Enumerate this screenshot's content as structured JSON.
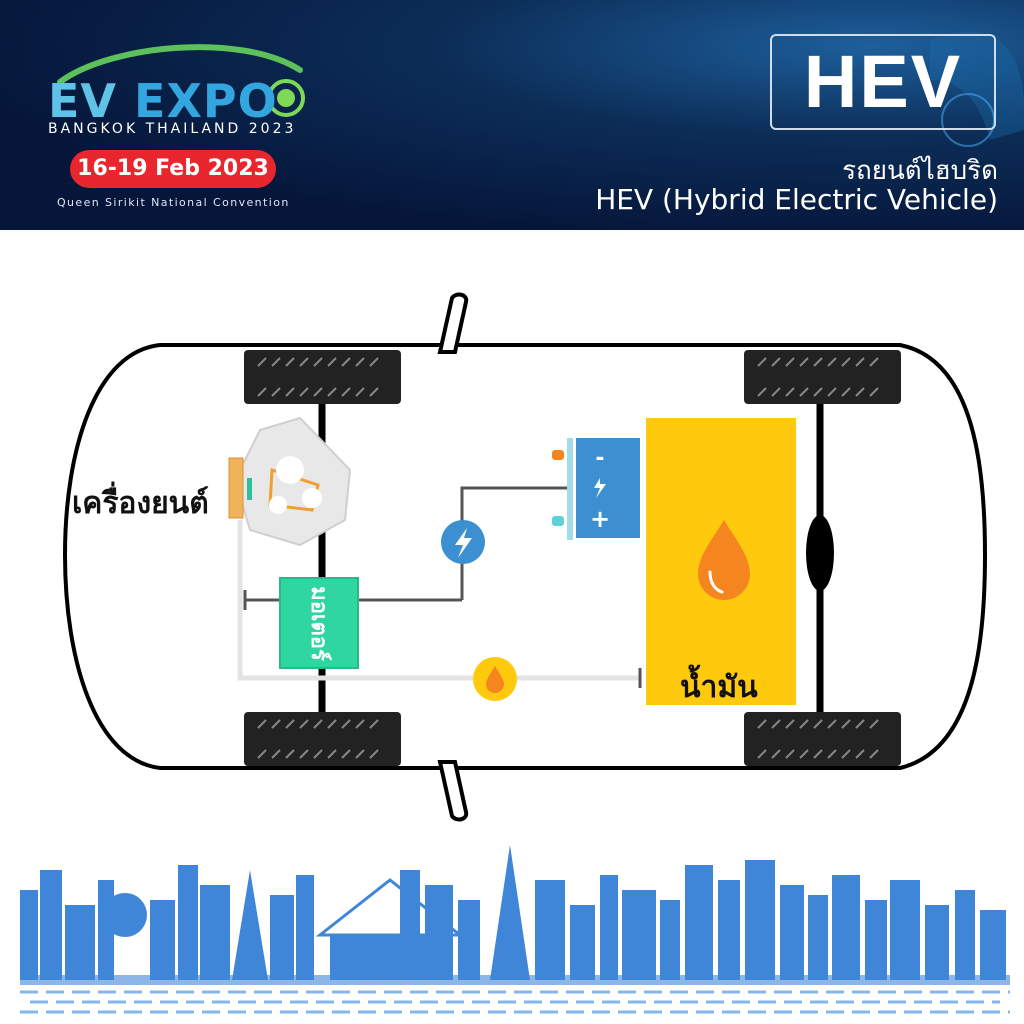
{
  "header": {
    "logo": {
      "part1": "EV",
      "part2": " EXPO"
    },
    "subtitle": "BANGKOK THAILAND 2023",
    "date": "16-19 Feb 2023",
    "venue": "Queen Sirikit National Convention",
    "badge": "HEV",
    "title_th": "รถยนต์ไฮบริด",
    "title_en": "HEV (Hybrid Electric Vehicle)"
  },
  "diagram": {
    "engine_label": "เครื่องยนต์",
    "motor_label": "มอเตอร์",
    "fuel_label": "น้ำมัน",
    "battery_minus": "-",
    "battery_plus": "+"
  },
  "colors": {
    "header_bg": "#06163a",
    "date_pill": "#e8262d",
    "fuel_tank": "#ffc90e",
    "battery": "#3c8fd0",
    "motor": "#2fd6a0",
    "oil_drop": "#f5861f",
    "skyline": "#3f86d8"
  },
  "icons": [
    "car-outline-icon",
    "tire-icon",
    "engine-icon",
    "battery-icon",
    "lightning-icon",
    "oil-drop-icon",
    "skyline-icon"
  ]
}
